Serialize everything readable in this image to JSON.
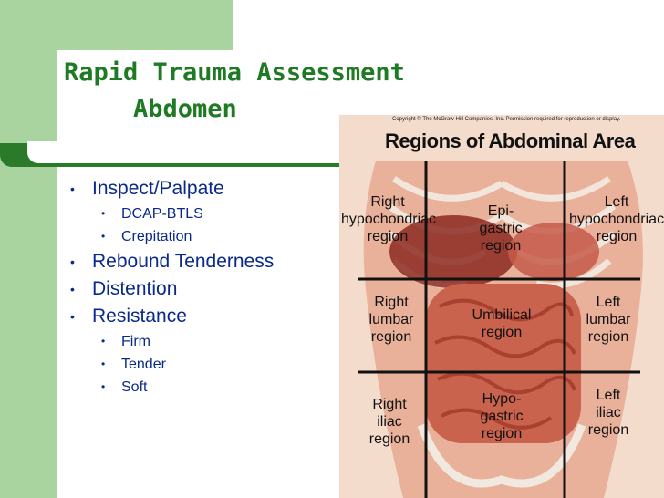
{
  "slide": {
    "title_line1": "Rapid Trauma Assessment",
    "title_line2": "Abdomen",
    "bullets": [
      {
        "text": "Inspect/Palpate",
        "level": 1
      },
      {
        "text": "DCAP-BTLS",
        "level": 2
      },
      {
        "text": "Crepitation",
        "level": 2
      },
      {
        "text": "Rebound Tenderness",
        "level": 1
      },
      {
        "text": "Distention",
        "level": 1
      },
      {
        "text": "Resistance",
        "level": 1
      },
      {
        "text": "Firm",
        "level": 2
      },
      {
        "text": "Tender",
        "level": 2
      },
      {
        "text": "Soft",
        "level": 2
      }
    ],
    "bullet_glyph": "•"
  },
  "figure": {
    "copyright": "Copyright © The McGraw-Hill Companies, Inc. Permission required for reproduction or display.",
    "title": "Regions of Abdominal Area",
    "regions": {
      "right_hypochondriac": "Right\nhypochondriac\nregion",
      "epigastric": "Epi-\ngastric\nregion",
      "left_hypochondriac": "Left\nhypochondriac\nregion",
      "right_lumbar": "Right\nlumbar\nregion",
      "umbilical": "Umbilical\nregion",
      "left_lumbar": "Left\nlumbar\nregion",
      "right_iliac": "Right\niliac\nregion",
      "hypogastric": "Hypo-\ngastric\nregion",
      "left_iliac": "Left\niliac\nregion"
    }
  },
  "colors": {
    "title": "#1f7a24",
    "bullets": "#0a2a8a",
    "band": "#a9d49f",
    "divider": "#2a7a2a"
  }
}
